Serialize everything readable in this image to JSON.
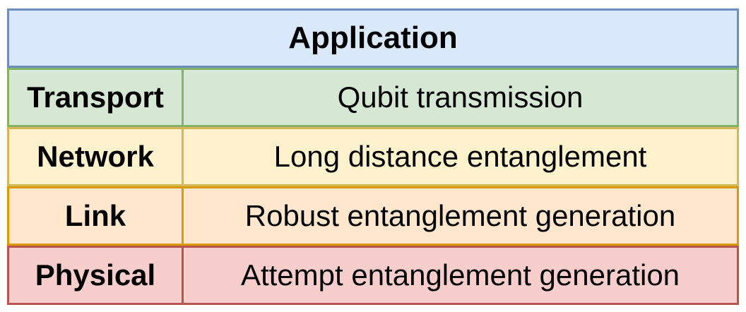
{
  "application": {
    "label": "Application"
  },
  "layers": [
    {
      "name": "Transport",
      "description": "Qubit transmission"
    },
    {
      "name": "Network",
      "description": "Long distance entanglement"
    },
    {
      "name": "Link",
      "description": "Robust entanglement generation"
    },
    {
      "name": "Physical",
      "description": "Attempt entanglement generation"
    }
  ],
  "colors": {
    "application_fill": "#dae8fc",
    "application_stroke": "#6c8ebf",
    "transport_fill": "#d5e8d4",
    "transport_stroke": "#82b366",
    "network_fill": "#fff2cc",
    "network_stroke": "#d6b656",
    "link_fill": "#ffe6cc",
    "link_stroke": "#d79b00",
    "physical_fill": "#f8cecc",
    "physical_stroke": "#b85450"
  }
}
